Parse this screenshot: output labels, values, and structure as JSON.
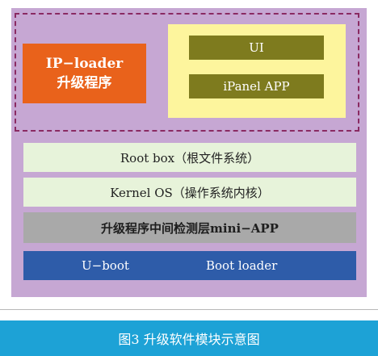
{
  "ip_loader": {
    "line1": "IP−loader",
    "line2": "升级程序"
  },
  "apps": {
    "ui": "UI",
    "ipanel": "iPanel APP"
  },
  "layers": {
    "root_box": "Root box（根文件系统）",
    "kernel_os": "Kernel OS（操作系统内核）",
    "upgrade": "升级程序中间检测层mini−APP",
    "uboot": "U−boot",
    "boot_loader": "Boot loader"
  },
  "caption": "图3  升级软件模块示意图",
  "colors": {
    "background": "#c6a7d3",
    "ip_loader": "#e9621b",
    "app_container": "#fdf59d",
    "app_box": "#7e7b1e",
    "light_layer": "#e7f3da",
    "gray_layer": "#a9a9a9",
    "boot_layer": "#2e5ca9",
    "caption_bar": "#1da2d6"
  }
}
